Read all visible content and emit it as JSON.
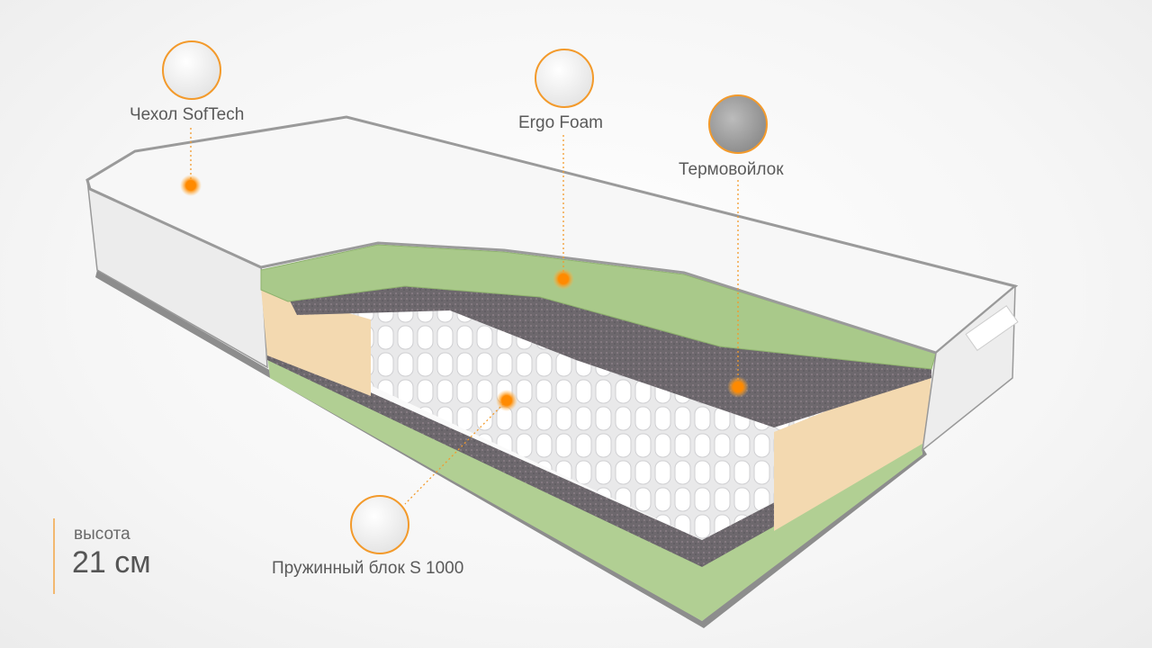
{
  "layers": [
    {
      "name": "Чехол SofTech"
    },
    {
      "name": "Ergo Foam"
    },
    {
      "name": "Термовойлок"
    },
    {
      "name": "Пружинный блок S 1000"
    }
  ],
  "height": {
    "label": "высота",
    "value": "21 см"
  },
  "colors": {
    "accent": "#f39a2b",
    "foam": "#a9c98a",
    "felt": "#6e6a6e",
    "latex": "#f3d9b0"
  }
}
